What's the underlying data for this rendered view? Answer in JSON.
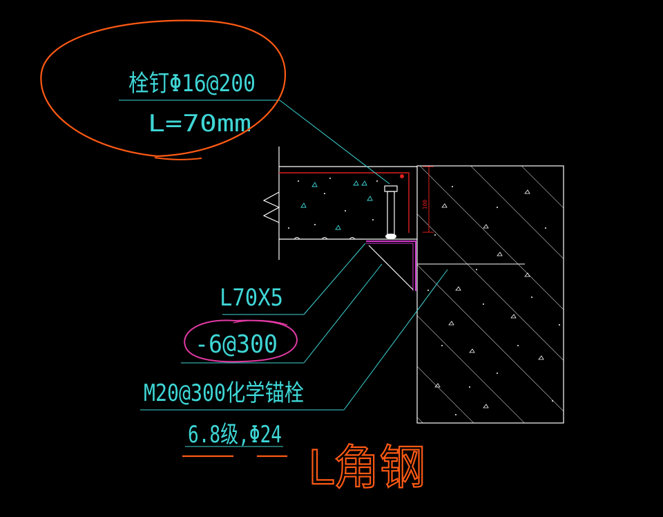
{
  "labels": {
    "stud": "栓钉Φ16@200",
    "stud_length": "L=70mm",
    "angle": "L70X5",
    "plate": "-6@300",
    "anchor": "M20@300化学锚栓",
    "grade": "6.8级,Φ24",
    "dimension": "100"
  },
  "handwriting": {
    "note": "L角钢"
  },
  "colors": {
    "background": "#000000",
    "cad_cyan": "#3fd6d6",
    "white": "#ffffff",
    "red": "#e02020",
    "magenta": "#d13cd1",
    "orange": "#ff5a14",
    "pink": "#e23aa3"
  }
}
